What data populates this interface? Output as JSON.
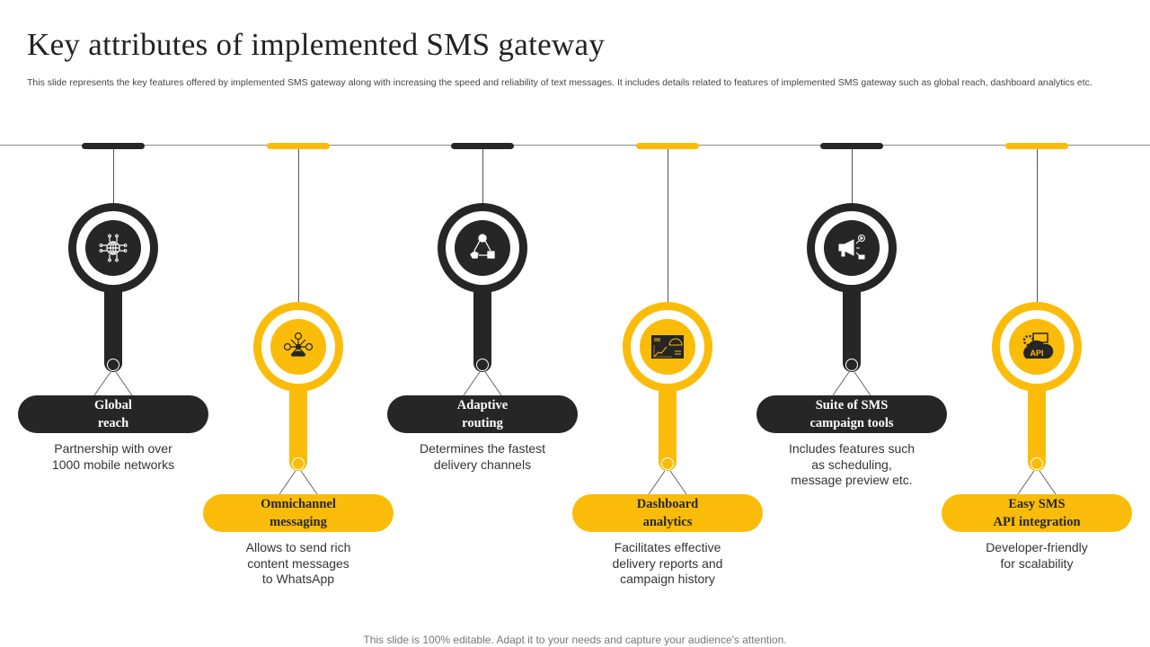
{
  "title": "Key attributes of implemented SMS gateway",
  "subtitle": "This slide represents the key features offered by implemented SMS gateway along with increasing the speed and reliability of text messages. It includes details related to features of implemented SMS gateway such as global reach, dashboard analytics etc.",
  "colors": {
    "dark": "#262626",
    "yellow": "#FBBC09"
  },
  "items": [
    {
      "label_lines": [
        "Global",
        "reach"
      ],
      "description_lines": [
        "Partnership with over",
        "1000 mobile networks"
      ],
      "icon": "globe-network-icon",
      "theme": "dark"
    },
    {
      "label_lines": [
        "Omnichannel",
        "messaging"
      ],
      "description_lines": [
        "Allows to send rich",
        "content messages",
        "to WhatsApp"
      ],
      "icon": "omnichannel-icon",
      "theme": "yellow"
    },
    {
      "label_lines": [
        "Adaptive",
        "routing"
      ],
      "description_lines": [
        "Determines the fastest",
        "delivery channels"
      ],
      "icon": "routing-icon",
      "theme": "dark"
    },
    {
      "label_lines": [
        "Dashboard",
        "analytics"
      ],
      "description_lines": [
        "Facilitates effective",
        "delivery reports and",
        "campaign history"
      ],
      "icon": "dashboard-icon",
      "theme": "yellow"
    },
    {
      "label_lines": [
        "Suite of SMS",
        "campaign  tools"
      ],
      "description_lines": [
        "Includes features such",
        "as scheduling,",
        "message preview etc."
      ],
      "icon": "megaphone-icon",
      "theme": "dark"
    },
    {
      "label_lines": [
        "Easy SMS",
        "API integration"
      ],
      "description_lines": [
        "Developer-friendly",
        "for scalability"
      ],
      "icon": "api-icon",
      "theme": "yellow"
    }
  ],
  "footer": "This slide is 100% editable. Adapt it to your needs and capture your audience's attention."
}
